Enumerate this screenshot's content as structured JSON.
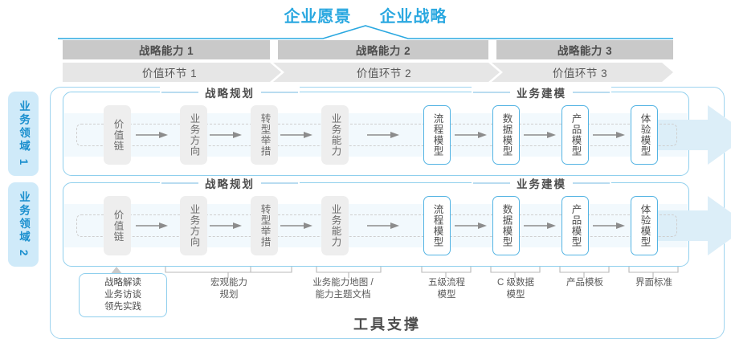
{
  "header": {
    "title_left": "企业愿景",
    "title_right": "企业战略"
  },
  "capabilities": [
    {
      "label": "战略能力 1"
    },
    {
      "label": "战略能力 2"
    },
    {
      "label": "战略能力 3"
    }
  ],
  "value_chains": [
    {
      "label": "价值环节 1"
    },
    {
      "label": "价值环节 2"
    },
    {
      "label": "价值环节 3"
    }
  ],
  "domains": [
    {
      "label": "业务领域 1"
    },
    {
      "label": "业务领域 2"
    }
  ],
  "sections": {
    "planning": "战略规划",
    "modeling": "业务建模"
  },
  "nodes": [
    {
      "label": "价值链",
      "style": "gray"
    },
    {
      "label": "业务方向",
      "style": "gray"
    },
    {
      "label": "转型举措",
      "style": "gray"
    },
    {
      "label": "业务能力",
      "style": "gray"
    },
    {
      "label": "流程模型",
      "style": "blue"
    },
    {
      "label": "数据模型",
      "style": "blue"
    },
    {
      "label": "产品模型",
      "style": "blue"
    },
    {
      "label": "体验模型",
      "style": "blue"
    }
  ],
  "bottom_labels": [
    {
      "text": "战略解读\n业务访谈\n领先实践",
      "boxed": true
    },
    {
      "text": "宏观能力\n规划",
      "boxed": false
    },
    {
      "text": "业务能力地图 /\n能力主题文档",
      "boxed": false
    },
    {
      "text": "五级流程\n模型",
      "boxed": false
    },
    {
      "text": "C 级数据\n模型",
      "boxed": false
    },
    {
      "text": "产品模板",
      "boxed": false
    },
    {
      "text": "界面标准",
      "boxed": false
    }
  ],
  "tool_support": "工具支撑",
  "colors": {
    "accent_blue": "#2aa8e0",
    "node_blue_border": "#54b4e3",
    "card_border": "#8fcfed",
    "cap_bar": "#c9c9c9",
    "vc_bar": "#e6e6e6",
    "domain_bg": "#cfeaf9",
    "band": "#f2f9fd"
  }
}
